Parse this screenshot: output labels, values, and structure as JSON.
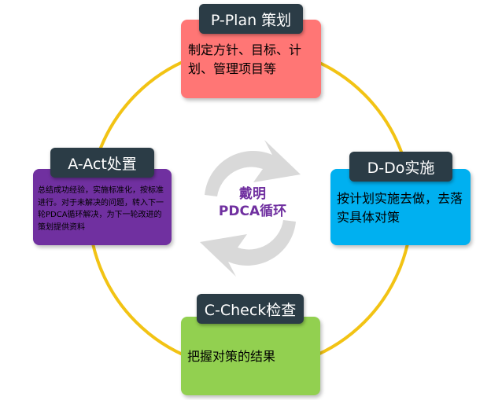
{
  "colors": {
    "ring": "#f2c314",
    "plan": "#ff7675",
    "do": "#00b0f0",
    "check": "#92d050",
    "act": "#7030a0",
    "header_bg": "#2b3c46",
    "center_text": "#7030a0",
    "arrows": "#d9d9d9"
  },
  "center": {
    "line1": "戴明",
    "line2": "PDCA循环",
    "icon": "refresh-cycle-arrows-icon"
  },
  "steps": {
    "plan": {
      "title": "P-Plan 策划",
      "text": "制定方针、目标、计划、管理项目等"
    },
    "do": {
      "title": "D-Do实施",
      "text": "按计划实施去做，去落实具体对策"
    },
    "check": {
      "title": "C-Check检查",
      "text": "把握对策的结果"
    },
    "act": {
      "title": "A-Act处置",
      "text": "总结成功经验，实施标准化，按标准进行。对于未解决的问题，转入下一轮PDCA循环解决，为下一轮改进的策划提供资料"
    }
  }
}
